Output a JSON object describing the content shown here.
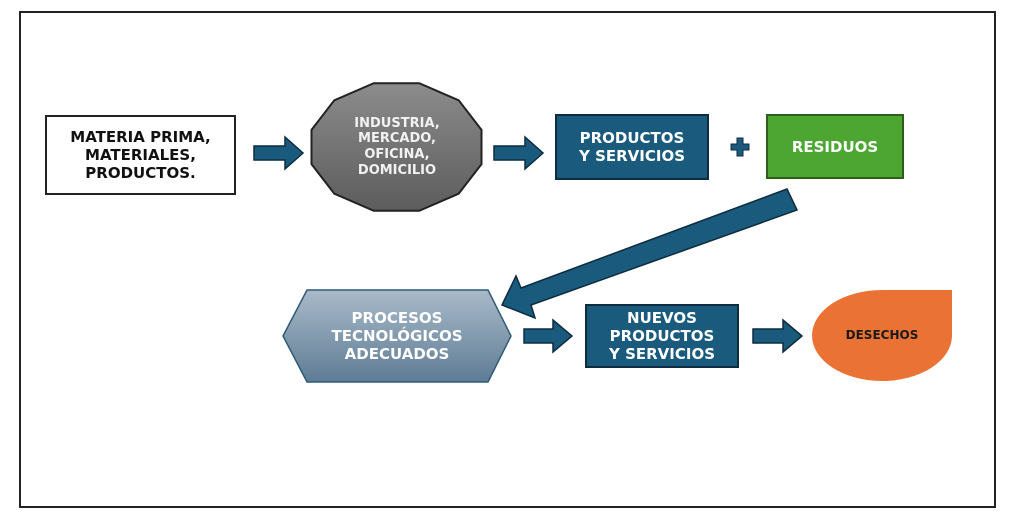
{
  "colors": {
    "dark_blue": "#1a5a7d",
    "green": "#4ea632",
    "orange": "#ea7234",
    "gray": "#707070",
    "hex_top": "#a8b9c8",
    "hex_bottom": "#5f7d96"
  },
  "nodes": {
    "materia": {
      "label": "MATERIA PRIMA,\nMATERIALES,\nPRODUCTOS."
    },
    "industria": {
      "label": "INDUSTRIA,\nMERCADO,\nOFICINA,\nDOMICILIO"
    },
    "productos": {
      "label": "PRODUCTOS\nY SERVICIOS"
    },
    "plus": {
      "label": "+"
    },
    "residuos": {
      "label": "RESIDUOS"
    },
    "procesos": {
      "label": "PROCESOS\nTECNOLÓGICOS\nADECUADOS"
    },
    "nuevos": {
      "label": "NUEVOS\nPRODUCTOS\nY SERVICIOS"
    },
    "desechos": {
      "label": "DESECHOS"
    }
  },
  "edges": [
    {
      "from": "materia",
      "to": "industria"
    },
    {
      "from": "industria",
      "to": "productos"
    },
    {
      "from": "residuos",
      "to": "procesos"
    },
    {
      "from": "procesos",
      "to": "nuevos"
    },
    {
      "from": "nuevos",
      "to": "desechos"
    }
  ]
}
